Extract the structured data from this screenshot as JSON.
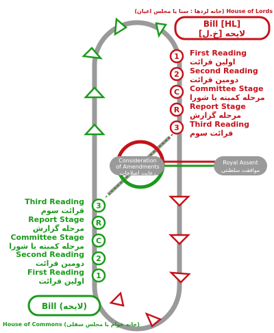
{
  "lords": {
    "house_label": "(خانه لردها : سنا یا مجلس اعیان) House of Lords",
    "bill_label_1": "Bill [HL]",
    "bill_label_2": "لایحه [خ.ل]",
    "stages": [
      {
        "marker": "1",
        "en": "First Reading",
        "fa": "اولین قرائت"
      },
      {
        "marker": "2",
        "en": "Second Reading",
        "fa": "دومین قرائت"
      },
      {
        "marker": "C",
        "en": "Committee Stage",
        "fa": "مرحله کمیته یا شورا"
      },
      {
        "marker": "R",
        "en": "Report Stage",
        "fa": "مرحله گزارش"
      },
      {
        "marker": "3",
        "en": "Third Reading",
        "fa": "قرائت سوم"
      }
    ]
  },
  "commons": {
    "house_label": "House of Commons (خانه عوام یا مجلس سفلی)",
    "bill_label": "Bill (لایحه)",
    "stages": [
      {
        "marker": "3",
        "en": "Third Reading",
        "fa": "قرائت سوم"
      },
      {
        "marker": "R",
        "en": "Report Stage",
        "fa": "مرحله گزارش"
      },
      {
        "marker": "C",
        "en": "Committee Stage",
        "fa": "مرحله کمیته یا شورا"
      },
      {
        "marker": "2",
        "en": "Second Reading",
        "fa": "دومین قرائت"
      },
      {
        "marker": "1",
        "en": "First Reading",
        "fa": "اولین قرائت"
      }
    ]
  },
  "amendments": {
    "line1": "Consideration",
    "line2": "of Amendments",
    "fa": "رعایت اصلاحات"
  },
  "royal_assent": {
    "en": "Royal Assent",
    "fa": "موافقت سلطنتی"
  },
  "colors": {
    "commons": "#1a9a1a",
    "lords": "#c4121a",
    "track": "#9a9a9a",
    "node": "#9a9a9a"
  }
}
